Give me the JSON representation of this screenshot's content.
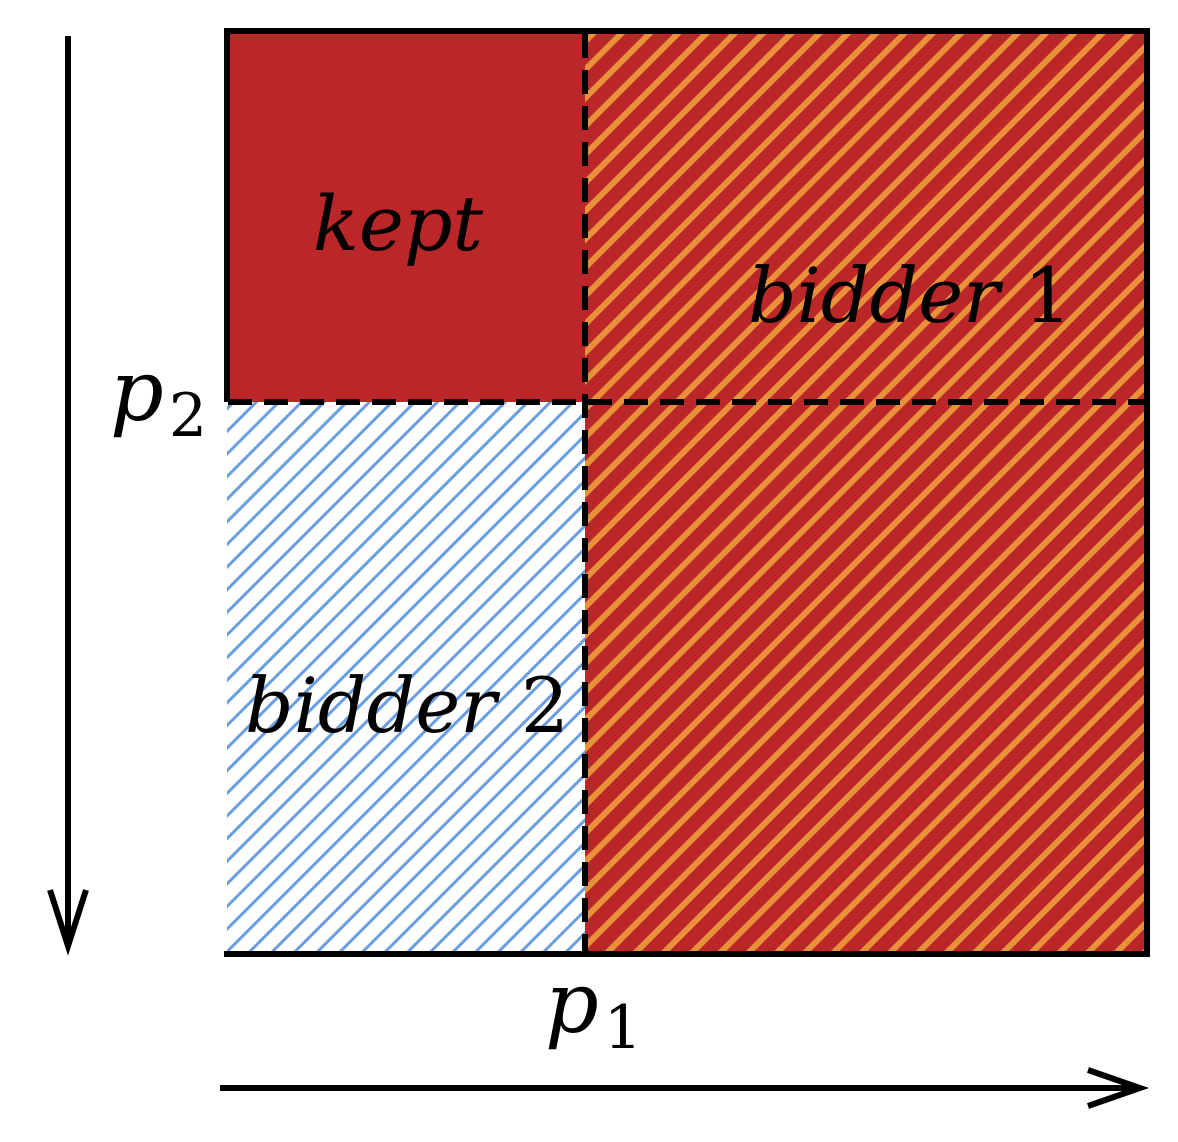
{
  "regions": {
    "kept": {
      "label": "kept"
    },
    "bidder1": {
      "label_word": "bidder",
      "label_num": "1"
    },
    "bidder2": {
      "label_word": "bidder",
      "label_num": "2"
    }
  },
  "axes": {
    "vertical": {
      "var": "p",
      "sub": "2"
    },
    "horizontal": {
      "var": "p",
      "sub": "1"
    }
  },
  "colors": {
    "kept_fill": "#bb2728",
    "bidder1_fill": "#bb2728",
    "bidder1_hatch": "#e8913a",
    "bidder2_fill": "#ffffff",
    "bidder2_hatch": "#6a9ee0",
    "line": "#000000"
  }
}
